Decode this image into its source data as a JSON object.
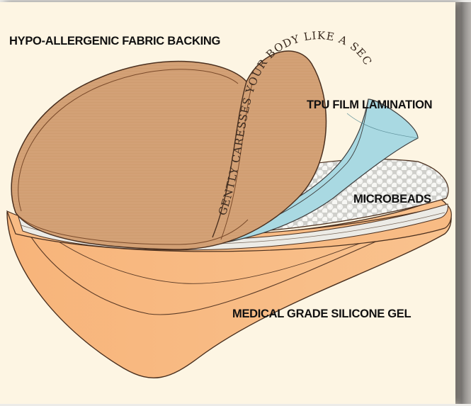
{
  "diagram": {
    "title": "Silicone gel pad layer construction",
    "layers": [
      {
        "id": "backing",
        "label": "HYPO-ALLERGENIC FABRIC BACKING",
        "color": "#d4a277"
      },
      {
        "id": "tpu",
        "label": "TPU FILM LAMINATION",
        "color": "#a9d9e2"
      },
      {
        "id": "microbeads",
        "label": "MICROBEADS",
        "color": "#ecebe6"
      },
      {
        "id": "gel",
        "label": "MEDICAL GRADE SILICONE GEL",
        "color": "#f6b57c"
      }
    ],
    "tagline": "GENTLY CARESSES YOUR BODY LIKE A SECOND SKIN"
  },
  "colors": {
    "background": "#fdf5e3",
    "outline": "#4a2f1e",
    "label_text": "#111111"
  }
}
